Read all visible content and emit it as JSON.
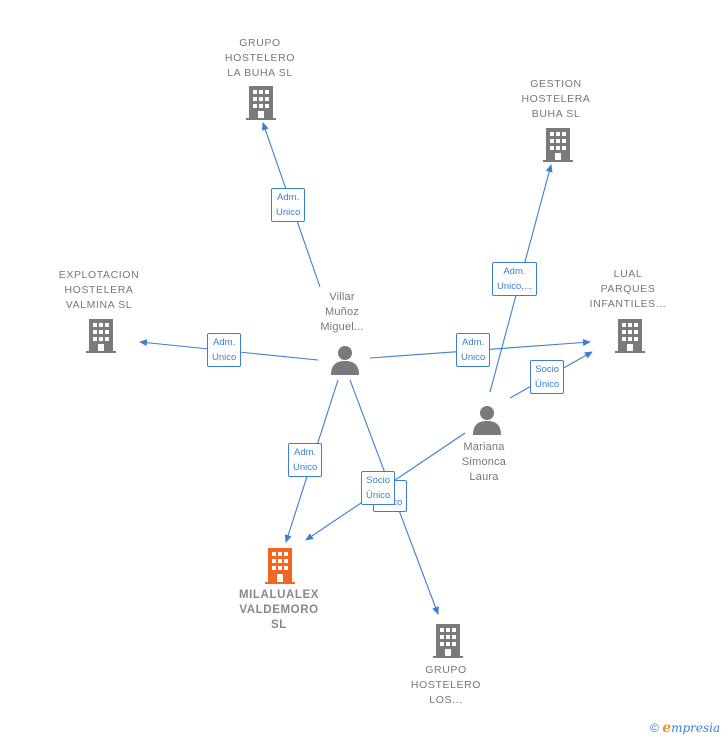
{
  "nodes": {
    "grupo_la_buha": {
      "lines": [
        "GRUPO",
        "HOSTELERO",
        "LA BUHA  SL"
      ]
    },
    "gestion_buha": {
      "lines": [
        "GESTION",
        "HOSTELERA",
        "BUHA  SL"
      ]
    },
    "explotacion_valmina": {
      "lines": [
        "EXPLOTACION",
        "HOSTELERA",
        "VALMINA  SL"
      ]
    },
    "lual_parques": {
      "lines": [
        "LUAL",
        "PARQUES",
        "INFANTILES..."
      ]
    },
    "villar": {
      "lines": [
        "Villar",
        "Muñoz",
        "Miguel..."
      ]
    },
    "mariana": {
      "lines": [
        "Mariana",
        "Simonca",
        "Laura"
      ]
    },
    "milalualex": {
      "lines": [
        "MILALUALEX",
        "VALDEMORO",
        "SL"
      ]
    },
    "grupo_los": {
      "lines": [
        "GRUPO",
        "HOSTELERO",
        "LOS..."
      ]
    }
  },
  "edge_labels": {
    "villar_la_buha": [
      "Adm.",
      "Unico"
    ],
    "villar_valmina": [
      "Adm.",
      "Unico"
    ],
    "villar_lual": [
      "Adm.",
      "Unico"
    ],
    "villar_milalualex": [
      "Adm.",
      "Unico"
    ],
    "mariana_gestion": [
      "Adm.",
      "Unico,..."
    ],
    "mariana_lual": [
      "Socio",
      "Único"
    ],
    "mariana_milalualex": [
      "Socio",
      "Único"
    ],
    "villar_los_hidden": [
      "Unico"
    ]
  },
  "colors": {
    "edge": "#3b7fd4",
    "building": "#7a7a7a",
    "main_building": "#f26522",
    "person": "#7a7a7a"
  },
  "footer": {
    "copyright_symbol": "©",
    "brand_initial": "e",
    "brand_rest": "mpresia"
  }
}
